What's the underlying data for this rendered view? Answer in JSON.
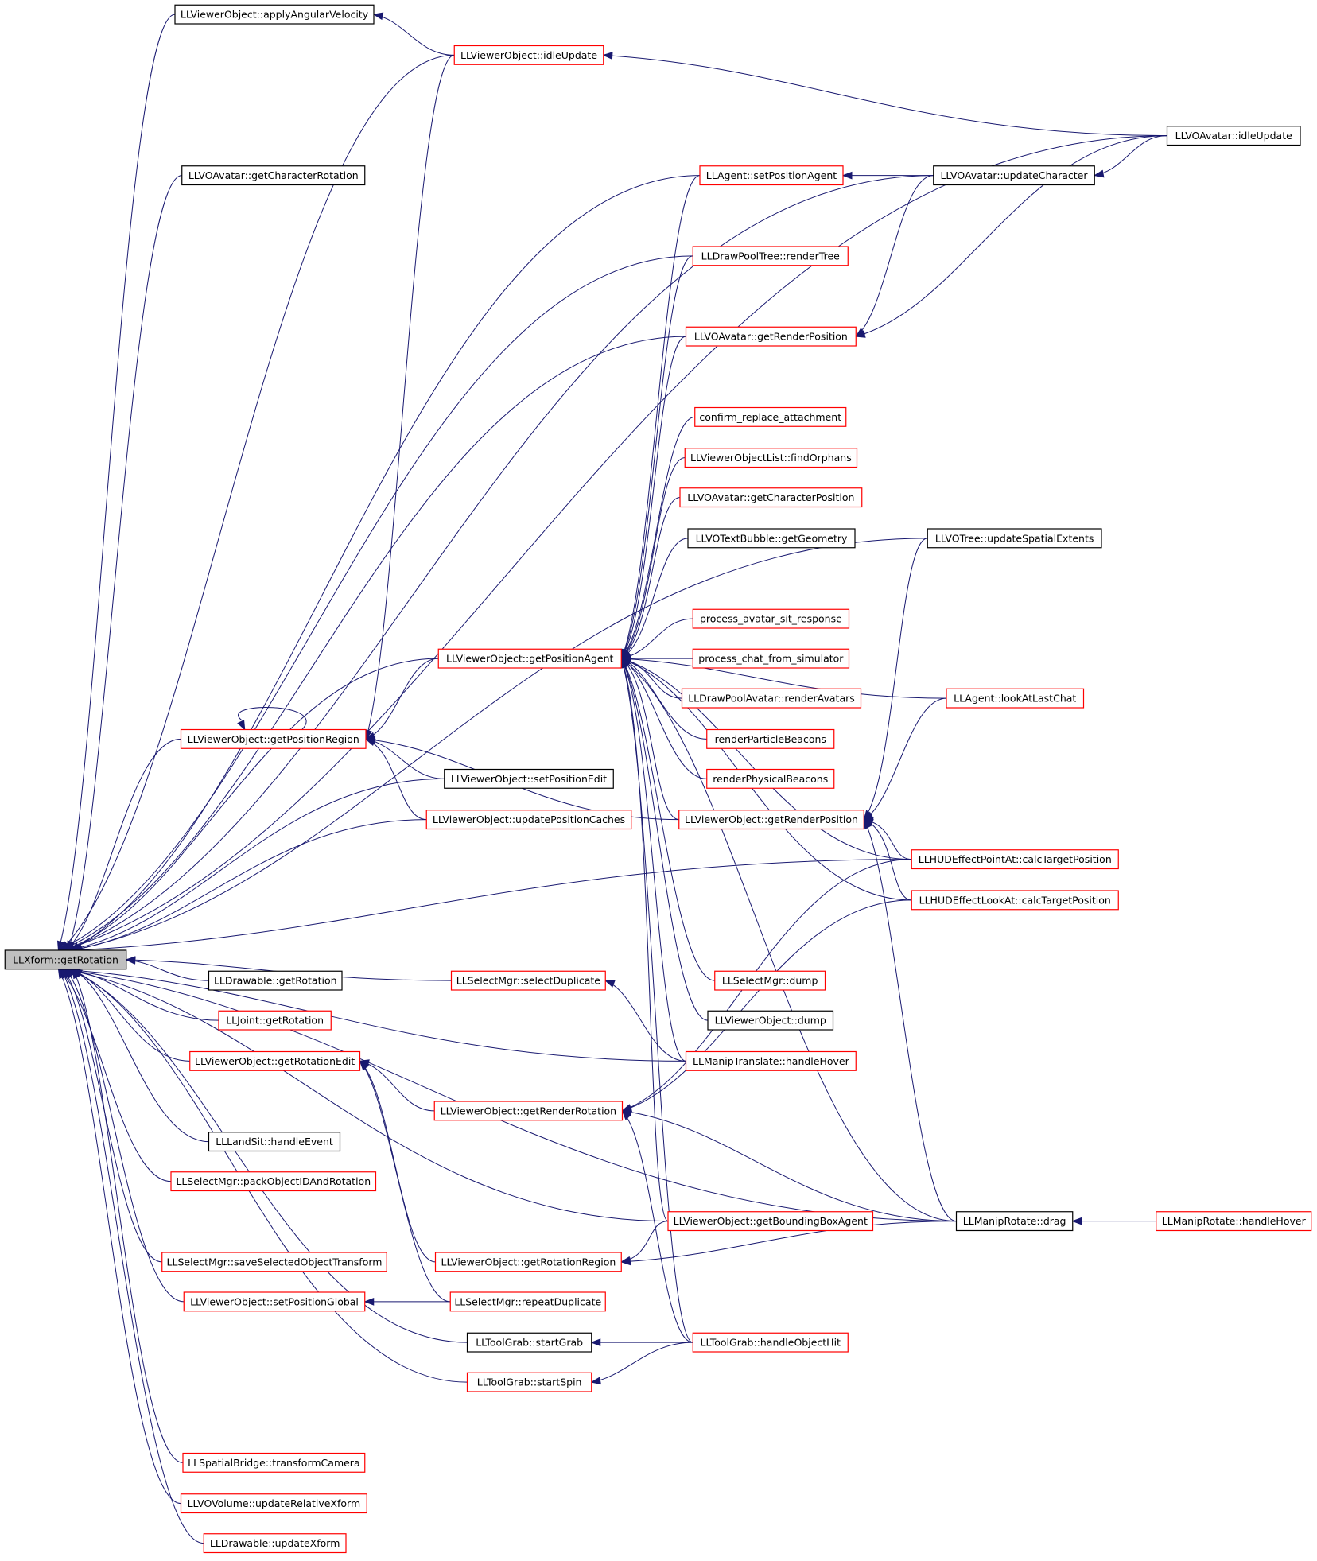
{
  "colors": {
    "edge": "#191970",
    "border_documented": "#000000",
    "border_undocumented": "#ff0000",
    "root_fill": "#bfbfbf",
    "node_fill": "#ffffff"
  },
  "nodes": [
    {
      "id": "root",
      "label": "LLXform::getRotation",
      "kind": "root"
    },
    {
      "id": "applyAngularVelocity",
      "label": "LLViewerObject::applyAngularVelocity",
      "kind": "documented"
    },
    {
      "id": "idleUpdate",
      "label": "LLViewerObject::idleUpdate",
      "kind": "undocumented"
    },
    {
      "id": "avatarIdleUpdate",
      "label": "LLVOAvatar::idleUpdate",
      "kind": "documented"
    },
    {
      "id": "getCharacterRotation",
      "label": "LLVOAvatar::getCharacterRotation",
      "kind": "documented"
    },
    {
      "id": "setPositionAgent",
      "label": "LLAgent::setPositionAgent",
      "kind": "undocumented"
    },
    {
      "id": "updateCharacter",
      "label": "LLVOAvatar::updateCharacter",
      "kind": "documented"
    },
    {
      "id": "renderTree",
      "label": "LLDrawPoolTree::renderTree",
      "kind": "undocumented"
    },
    {
      "id": "avatarGetRenderPosition",
      "label": "LLVOAvatar::getRenderPosition",
      "kind": "undocumented"
    },
    {
      "id": "confirmReplace",
      "label": "confirm_replace_attachment",
      "kind": "undocumented"
    },
    {
      "id": "findOrphans",
      "label": "LLViewerObjectList::findOrphans",
      "kind": "undocumented"
    },
    {
      "id": "getCharacterPosition",
      "label": "LLVOAvatar::getCharacterPosition",
      "kind": "undocumented"
    },
    {
      "id": "getGeometry",
      "label": "LLVOTextBubble::getGeometry",
      "kind": "documented"
    },
    {
      "id": "updateSpatialExtents",
      "label": "LLVOTree::updateSpatialExtents",
      "kind": "documented"
    },
    {
      "id": "avatarSitResponse",
      "label": "process_avatar_sit_response",
      "kind": "undocumented"
    },
    {
      "id": "chatFromSimulator",
      "label": "process_chat_from_simulator",
      "kind": "undocumented"
    },
    {
      "id": "getPositionAgent",
      "label": "LLViewerObject::getPositionAgent",
      "kind": "undocumented"
    },
    {
      "id": "renderAvatars",
      "label": "LLDrawPoolAvatar::renderAvatars",
      "kind": "undocumented"
    },
    {
      "id": "lookAtLastChat",
      "label": "LLAgent::lookAtLastChat",
      "kind": "undocumented"
    },
    {
      "id": "getPositionRegion",
      "label": "LLViewerObject::getPositionRegion",
      "kind": "undocumented"
    },
    {
      "id": "particleBeacons",
      "label": "renderParticleBeacons",
      "kind": "undocumented"
    },
    {
      "id": "setPositionEdit",
      "label": "LLViewerObject::setPositionEdit",
      "kind": "documented"
    },
    {
      "id": "physicalBeacons",
      "label": "renderPhysicalBeacons",
      "kind": "undocumented"
    },
    {
      "id": "updatePositionCaches",
      "label": "LLViewerObject::updatePositionCaches",
      "kind": "undocumented"
    },
    {
      "id": "getRenderPosition",
      "label": "LLViewerObject::getRenderPosition",
      "kind": "undocumented"
    },
    {
      "id": "pointAtCalc",
      "label": "LLHUDEffectPointAt::calcTargetPosition",
      "kind": "undocumented"
    },
    {
      "id": "lookAtCalc",
      "label": "LLHUDEffectLookAt::calcTargetPosition",
      "kind": "undocumented"
    },
    {
      "id": "drawableGetRotation",
      "label": "LLDrawable::getRotation",
      "kind": "documented"
    },
    {
      "id": "selectDuplicate",
      "label": "LLSelectMgr::selectDuplicate",
      "kind": "undocumented"
    },
    {
      "id": "selectMgrDump",
      "label": "LLSelectMgr::dump",
      "kind": "undocumented"
    },
    {
      "id": "jointGetRotation",
      "label": "LLJoint::getRotation",
      "kind": "undocumented"
    },
    {
      "id": "viewerObjectDump",
      "label": "LLViewerObject::dump",
      "kind": "documented"
    },
    {
      "id": "getRotationEdit",
      "label": "LLViewerObject::getRotationEdit",
      "kind": "undocumented"
    },
    {
      "id": "manipTranslateHover",
      "label": "LLManipTranslate::handleHover",
      "kind": "undocumented"
    },
    {
      "id": "getRenderRotation",
      "label": "LLViewerObject::getRenderRotation",
      "kind": "undocumented"
    },
    {
      "id": "landSit",
      "label": "LLLandSit::handleEvent",
      "kind": "documented"
    },
    {
      "id": "packObject",
      "label": "LLSelectMgr::packObjectIDAndRotation",
      "kind": "undocumented"
    },
    {
      "id": "boundingBoxAgent",
      "label": "LLViewerObject::getBoundingBoxAgent",
      "kind": "undocumented"
    },
    {
      "id": "manipRotateDrag",
      "label": "LLManipRotate::drag",
      "kind": "documented"
    },
    {
      "id": "manipRotateHover",
      "label": "LLManipRotate::handleHover",
      "kind": "undocumented"
    },
    {
      "id": "saveTransform",
      "label": "LLSelectMgr::saveSelectedObjectTransform",
      "kind": "undocumented"
    },
    {
      "id": "getRotationRegion",
      "label": "LLViewerObject::getRotationRegion",
      "kind": "undocumented"
    },
    {
      "id": "setPositionGlobal",
      "label": "LLViewerObject::setPositionGlobal",
      "kind": "undocumented"
    },
    {
      "id": "repeatDuplicate",
      "label": "LLSelectMgr::repeatDuplicate",
      "kind": "undocumented"
    },
    {
      "id": "startGrab",
      "label": "LLToolGrab::startGrab",
      "kind": "documented"
    },
    {
      "id": "handleObjectHit",
      "label": "LLToolGrab::handleObjectHit",
      "kind": "undocumented"
    },
    {
      "id": "startSpin",
      "label": "LLToolGrab::startSpin",
      "kind": "undocumented"
    },
    {
      "id": "transformCamera",
      "label": "LLSpatialBridge::transformCamera",
      "kind": "undocumented"
    },
    {
      "id": "updateRelativeXform",
      "label": "LLVOVolume::updateRelativeXform",
      "kind": "undocumented"
    },
    {
      "id": "updateXform",
      "label": "LLDrawable::updateXform",
      "kind": "undocumented"
    }
  ],
  "edges": [
    [
      "applyAngularVelocity",
      "root"
    ],
    [
      "idleUpdate",
      "root"
    ],
    [
      "avatarIdleUpdate",
      "root"
    ],
    [
      "updateCharacter",
      "root"
    ],
    [
      "getCharacterRotation",
      "root"
    ],
    [
      "setPositionAgent",
      "root"
    ],
    [
      "updateSpatialExtents",
      "root"
    ],
    [
      "renderTree",
      "root"
    ],
    [
      "avatarGetRenderPosition",
      "root"
    ],
    [
      "getPositionAgent",
      "root"
    ],
    [
      "getPositionRegion",
      "root"
    ],
    [
      "setPositionEdit",
      "root"
    ],
    [
      "updatePositionCaches",
      "root"
    ],
    [
      "pointAtCalc",
      "root"
    ],
    [
      "manipTranslateHover",
      "root"
    ],
    [
      "selectDuplicate",
      "root"
    ],
    [
      "boundingBoxAgent",
      "root"
    ],
    [
      "drawableGetRotation",
      "root"
    ],
    [
      "jointGetRotation",
      "root"
    ],
    [
      "getRotationEdit",
      "root"
    ],
    [
      "landSit",
      "root"
    ],
    [
      "packObject",
      "root"
    ],
    [
      "manipRotateDrag",
      "root"
    ],
    [
      "saveTransform",
      "root"
    ],
    [
      "setPositionGlobal",
      "root"
    ],
    [
      "startGrab",
      "root"
    ],
    [
      "startSpin",
      "root"
    ],
    [
      "transformCamera",
      "root"
    ],
    [
      "updateRelativeXform",
      "root"
    ],
    [
      "updateXform",
      "root"
    ],
    [
      "idleUpdate",
      "applyAngularVelocity"
    ],
    [
      "avatarIdleUpdate",
      "idleUpdate"
    ],
    [
      "updateCharacter",
      "setPositionAgent"
    ],
    [
      "avatarIdleUpdate",
      "updateCharacter"
    ],
    [
      "updateCharacter",
      "avatarGetRenderPosition"
    ],
    [
      "avatarIdleUpdate",
      "avatarGetRenderPosition"
    ],
    [
      "setPositionAgent",
      "getPositionAgent"
    ],
    [
      "renderTree",
      "getPositionAgent"
    ],
    [
      "avatarGetRenderPosition",
      "getPositionAgent"
    ],
    [
      "confirmReplace",
      "getPositionAgent"
    ],
    [
      "findOrphans",
      "getPositionAgent"
    ],
    [
      "getCharacterPosition",
      "getPositionAgent"
    ],
    [
      "getGeometry",
      "getPositionAgent"
    ],
    [
      "lookAtLastChat",
      "getPositionAgent"
    ],
    [
      "avatarSitResponse",
      "getPositionAgent"
    ],
    [
      "chatFromSimulator",
      "getPositionAgent"
    ],
    [
      "renderAvatars",
      "getPositionAgent"
    ],
    [
      "particleBeacons",
      "getPositionAgent"
    ],
    [
      "physicalBeacons",
      "getPositionAgent"
    ],
    [
      "getRenderPosition",
      "getPositionAgent"
    ],
    [
      "pointAtCalc",
      "getPositionAgent"
    ],
    [
      "lookAtCalc",
      "getPositionAgent"
    ],
    [
      "selectMgrDump",
      "getPositionAgent"
    ],
    [
      "viewerObjectDump",
      "getPositionAgent"
    ],
    [
      "manipTranslateHover",
      "getPositionAgent"
    ],
    [
      "boundingBoxAgent",
      "getPositionAgent"
    ],
    [
      "handleObjectHit",
      "getPositionAgent"
    ],
    [
      "manipRotateDrag",
      "getPositionAgent"
    ],
    [
      "getPositionAgent",
      "getPositionRegion"
    ],
    [
      "getPositionRegion",
      "getPositionRegion"
    ],
    [
      "idleUpdate",
      "getPositionRegion"
    ],
    [
      "setPositionEdit",
      "getPositionRegion"
    ],
    [
      "updatePositionCaches",
      "getPositionRegion"
    ],
    [
      "getRenderPosition",
      "getPositionRegion"
    ],
    [
      "updateSpatialExtents",
      "getRenderPosition"
    ],
    [
      "lookAtLastChat",
      "getRenderPosition"
    ],
    [
      "pointAtCalc",
      "getRenderPosition"
    ],
    [
      "lookAtCalc",
      "getRenderPosition"
    ],
    [
      "manipRotateDrag",
      "getRenderPosition"
    ],
    [
      "manipTranslateHover",
      "selectDuplicate"
    ],
    [
      "getRenderRotation",
      "getRotationEdit"
    ],
    [
      "getRotationRegion",
      "getRotationEdit"
    ],
    [
      "repeatDuplicate",
      "getRotationEdit"
    ],
    [
      "pointAtCalc",
      "getRenderRotation"
    ],
    [
      "lookAtCalc",
      "getRenderRotation"
    ],
    [
      "manipRotateDrag",
      "getRenderRotation"
    ],
    [
      "handleObjectHit",
      "getRenderRotation"
    ],
    [
      "manipRotateHover",
      "manipRotateDrag"
    ],
    [
      "boundingBoxAgent",
      "getRotationRegion"
    ],
    [
      "manipRotateDrag",
      "getRotationRegion"
    ],
    [
      "repeatDuplicate",
      "setPositionGlobal"
    ],
    [
      "handleObjectHit",
      "startGrab"
    ],
    [
      "handleObjectHit",
      "startSpin"
    ]
  ]
}
